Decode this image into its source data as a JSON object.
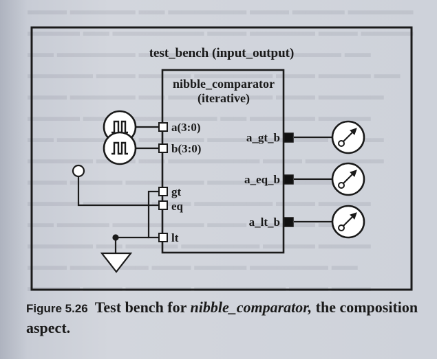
{
  "figure": {
    "outer_label": "test_bench (input_output)",
    "component_name": "nibble_comparator",
    "component_arch": "(iterative)",
    "ports_in": [
      "a(3:0)",
      "b(3:0)",
      "gt",
      "eq",
      "lt"
    ],
    "ports_out": [
      "a_gt_b",
      "a_eq_b",
      "a_lt_b"
    ]
  },
  "caption": {
    "number": "Figure 5.26",
    "text_before": "Test bench for ",
    "text_italic": "nibble_comparator,",
    "text_after": " the composition aspect."
  },
  "colors": {
    "ink": "#1a1a1a",
    "port_fill": "#ffffff",
    "port_out_fill": "#111111"
  }
}
